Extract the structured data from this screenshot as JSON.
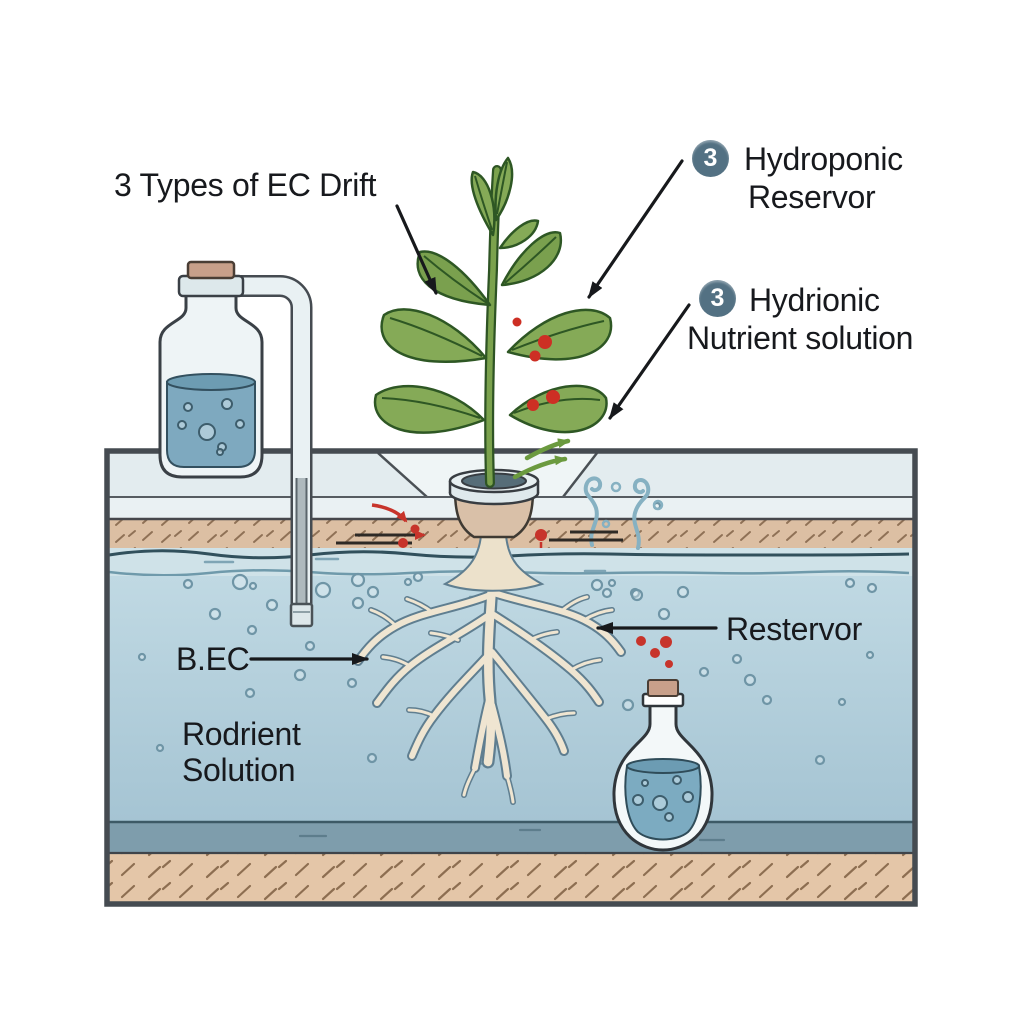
{
  "page": {
    "background": "#ffffff"
  },
  "title": {
    "text": "3 Types of EC Drift"
  },
  "callouts": {
    "hydroponic_reservoir": {
      "badge": "3",
      "line1": "Hydroponic",
      "line2": "Reservor"
    },
    "hydrionic_nutrient": {
      "badge": "3",
      "line1": "Hydrionic",
      "line2": "Nutrient solution"
    },
    "bec": {
      "text": "B.EC"
    },
    "rodrient_solution": {
      "line1": "Rodrient",
      "line2": "Solution"
    },
    "restervor": {
      "text": "Restervor"
    }
  },
  "icons": {
    "bottle": "glass-bottle-with-cork-and-tube",
    "probe": "ec-probe-in-water",
    "plant": "leafy-plant-with-red-spots",
    "net_pot": "net-pot",
    "roots": "root-system",
    "flask": "round-flask-with-cork",
    "vapor": "evaporation-squiggles",
    "aeration": "green-airflow-arrows"
  },
  "colors": {
    "text": "#17191d",
    "badge": "#537183",
    "water": "#aecbd8",
    "water_surface": "#cfe2e8",
    "soil_top": "#dcbfa3",
    "soil_bottom": "#e4c6a8",
    "dark_band": "#7e9dac",
    "lid": "#e3ecef",
    "leaf_green": "#85aa57",
    "stem_green": "#7ba24d",
    "arrow_green": "#6b9a3f",
    "alert_red": "#c7342b",
    "glass": "#eef4f6",
    "cork": "#c8a08a",
    "liquid_blue": "#7ea9bf",
    "root_cream": "#efe5d1"
  }
}
